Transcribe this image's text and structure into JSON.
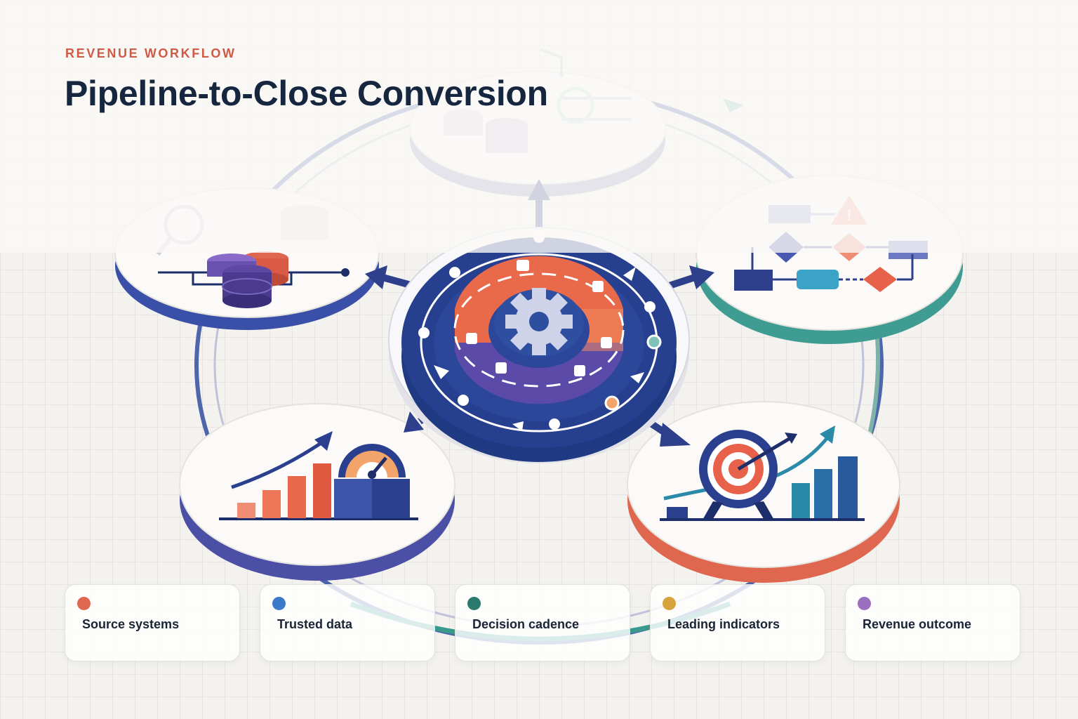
{
  "header": {
    "eyebrow": "REVENUE WORKFLOW",
    "title": "Pipeline-to-Close Conversion"
  },
  "legend": [
    {
      "label": "Source systems",
      "color": "#e0674f"
    },
    {
      "label": "Trusted data",
      "color": "#3c78c9"
    },
    {
      "label": "Decision cadence",
      "color": "#2a7a6e"
    },
    {
      "label": "Leading indicators",
      "color": "#d7a33c"
    },
    {
      "label": "Revenue outcome",
      "color": "#9b6fc0"
    }
  ],
  "nodes": [
    {
      "id": "data-stores",
      "icon": "database-icon",
      "rim_color": "#3a4fa8"
    },
    {
      "id": "data-sources",
      "icon": "database-search-icon",
      "rim_color": "#8a8fb8"
    },
    {
      "id": "decision-flow",
      "icon": "flowchart-icon",
      "rim_color": "#3f9c92"
    },
    {
      "id": "growth-metrics",
      "icon": "bar-chart-gauge-icon",
      "rim_color": "#4b4fa6"
    },
    {
      "id": "target-outcome",
      "icon": "target-chart-icon",
      "rim_color": "#e0674f"
    }
  ],
  "hub": {
    "icon": "gear-icon"
  },
  "colors": {
    "navy": "#263f8f",
    "coral": "#e86a4a",
    "purple": "#5b4aa8",
    "teal": "#3f9c92",
    "title": "#16263f",
    "eyebrow": "#cf5a45"
  }
}
